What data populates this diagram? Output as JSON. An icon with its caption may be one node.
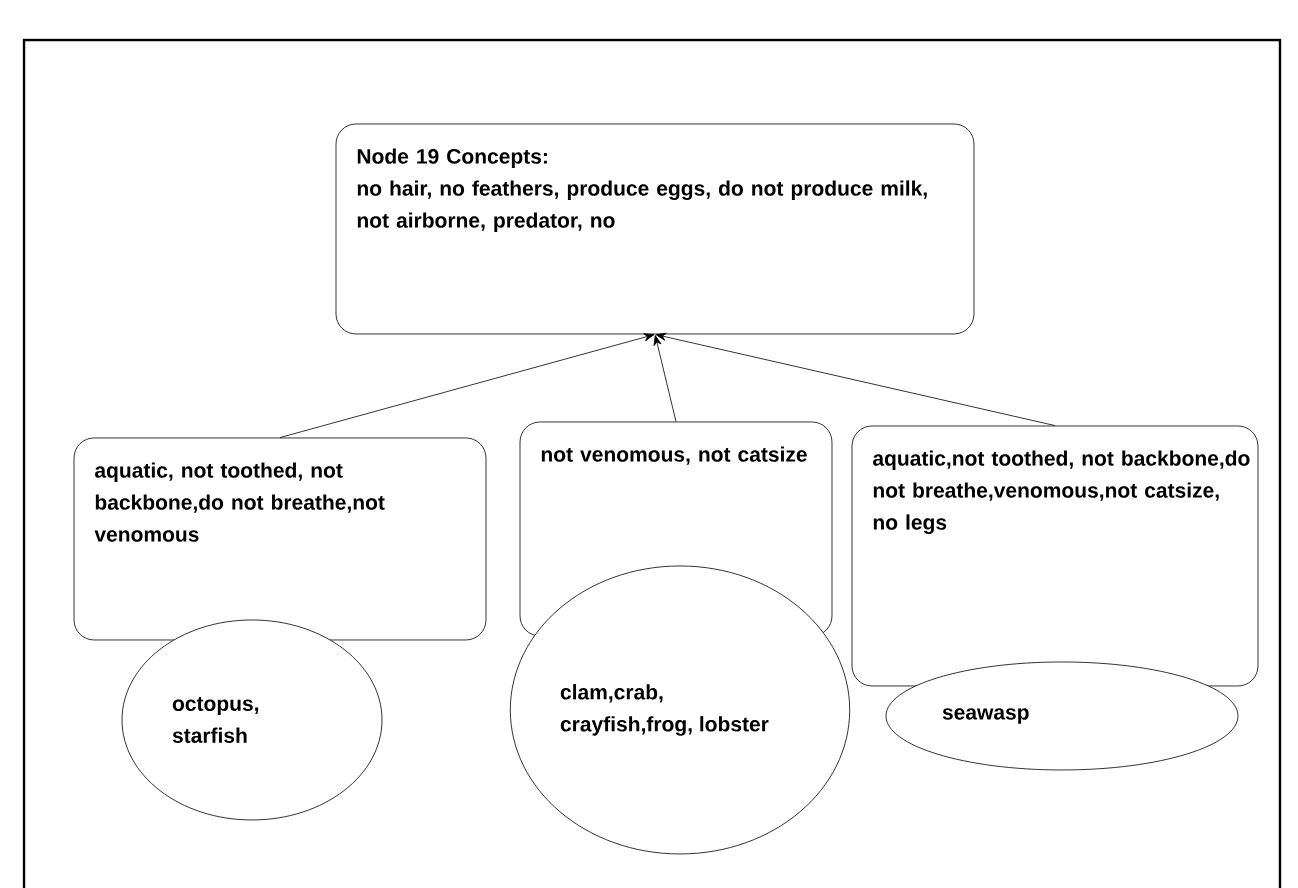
{
  "diagram": {
    "nodes": [
      {
        "text": [
          "Node 19 Concepts:",
          "no hair,  no feathers, produce eggs, do not produce milk, not airborne, predator, no"
        ]
      },
      {
        "text": [
          "aquatic, not toothed, not backbone,do not breathe,not venomous"
        ]
      },
      {
        "text": [
          "not venomous, not catsize"
        ]
      },
      {
        "text": [
          "aquatic,not toothed, not backbone,do not breathe,venomous,not catsize, no legs"
        ]
      },
      {
        "text": [
          "octopus, starfish"
        ]
      },
      {
        "text": [
          "clam,crab, crayfish,frog, lobster"
        ]
      },
      {
        "text": [
          "seawasp"
        ]
      }
    ],
    "edges": [
      {
        "from": 1,
        "to": 0,
        "arrow": "to"
      },
      {
        "from": 2,
        "to": 0,
        "arrow": "to"
      },
      {
        "from": 3,
        "to": 0,
        "arrow": "to"
      }
    ]
  }
}
